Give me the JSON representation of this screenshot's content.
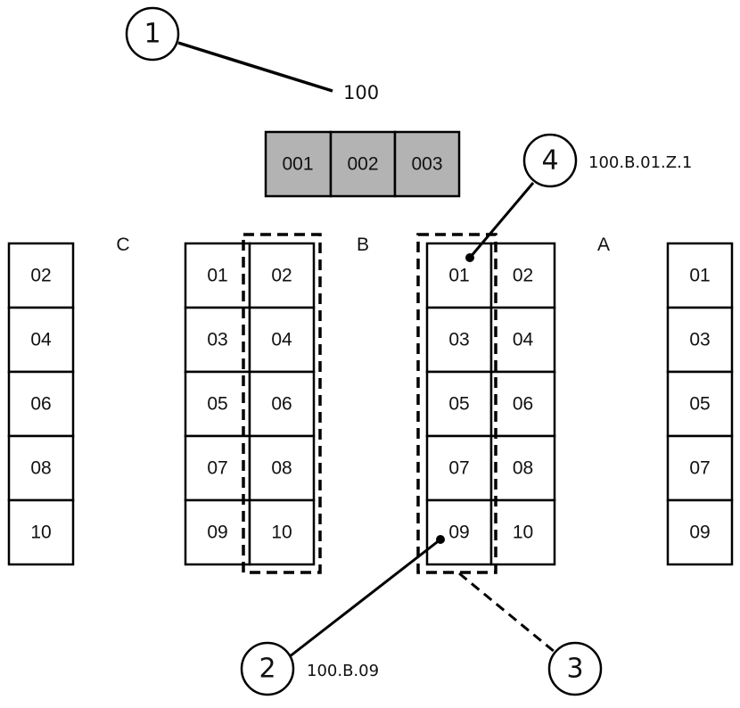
{
  "building": {
    "label": "100",
    "zones": [
      "001",
      "002",
      "003"
    ],
    "zone_fill": "#b3b3b3"
  },
  "aisles": [
    {
      "name": "C",
      "racks": [
        {
          "side": "left",
          "cells": [
            "02",
            "04",
            "06",
            "08",
            "10"
          ]
        },
        {
          "side": "right",
          "cells": [
            "01",
            "03",
            "05",
            "07",
            "09"
          ]
        }
      ]
    },
    {
      "name": "B",
      "racks": [
        {
          "side": "left",
          "cells": [
            "02",
            "04",
            "06",
            "08",
            "10"
          ]
        },
        {
          "side": "right",
          "cells": [
            "01",
            "03",
            "05",
            "07",
            "09"
          ]
        }
      ]
    },
    {
      "name": "A",
      "racks": [
        {
          "side": "left",
          "cells": [
            "02",
            "04",
            "06",
            "08",
            "10"
          ]
        },
        {
          "side": "right",
          "cells": [
            "01",
            "03",
            "05",
            "07",
            "09"
          ]
        }
      ]
    }
  ],
  "columns": {
    "far_left": [
      "02",
      "04",
      "06",
      "08",
      "10"
    ],
    "mid_left_a": [
      "01",
      "03",
      "05",
      "07",
      "09"
    ],
    "mid_left_b": [
      "02",
      "04",
      "06",
      "08",
      "10"
    ],
    "mid_right_a": [
      "01",
      "03",
      "05",
      "07",
      "09"
    ],
    "mid_right_b": [
      "02",
      "04",
      "06",
      "08",
      "10"
    ],
    "far_right": [
      "01",
      "03",
      "05",
      "07",
      "09"
    ]
  },
  "aisle_labels": {
    "c": "C",
    "b": "B",
    "a": "A"
  },
  "callouts": [
    {
      "number": "1",
      "label": "100"
    },
    {
      "number": "2",
      "label": "100.B.09"
    },
    {
      "number": "3",
      "label": ""
    },
    {
      "number": "4",
      "label": "100.B.01.Z.1"
    }
  ]
}
